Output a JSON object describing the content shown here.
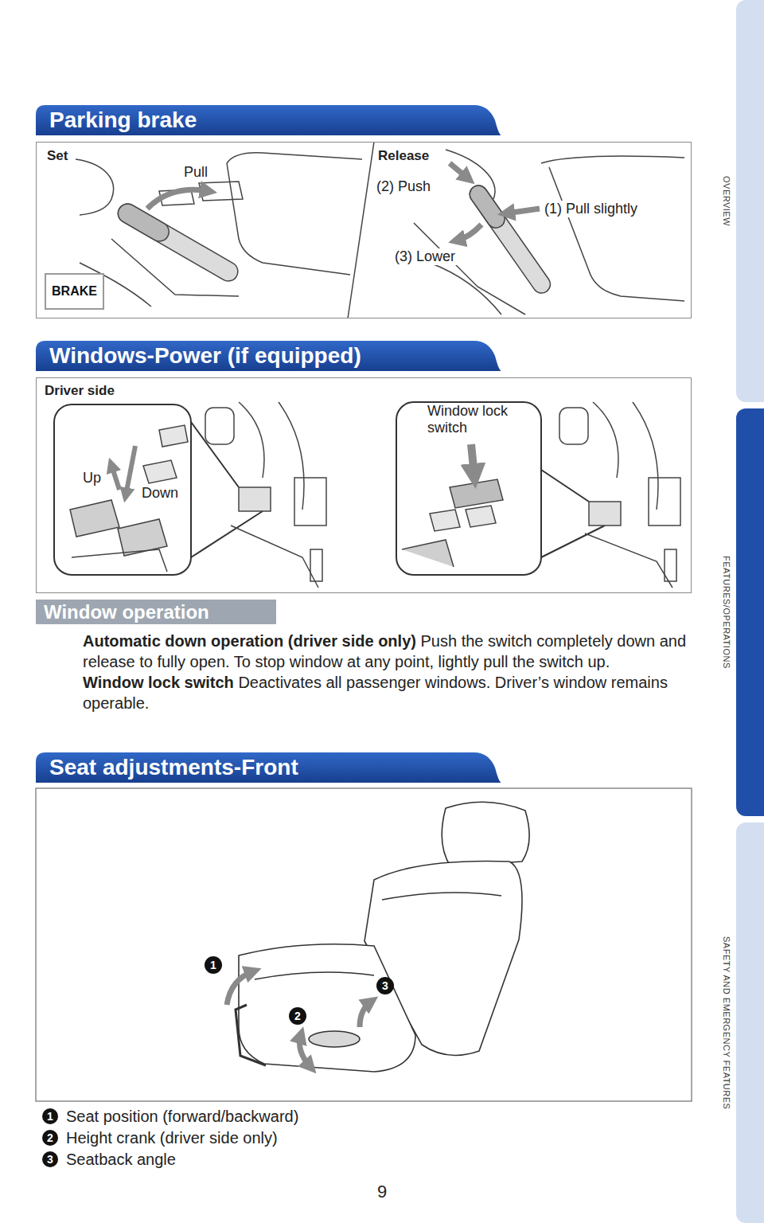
{
  "diagram": {
    "nodes": [
      {
        "text": [
          "Parking brake"
        ]
      },
      {
        "text": [
          "Set",
          "Pull",
          "Release",
          "(2) Push",
          "(1) Pull slightly",
          "(3) Lower"
        ]
      },
      {
        "text": [
          "BRAKE"
        ],
        "in": 1
      },
      {
        "text": [
          "Windows-Power (if equipped)"
        ]
      },
      {
        "text": [
          "Driver side",
          "Up",
          "Down",
          "Window lock switch"
        ]
      },
      {
        "text": [
          "Window operation"
        ]
      },
      {
        "text": [
          "Seat adjustments-Front"
        ]
      },
      {
        "text": [
          "1"
        ]
      },
      {
        "text": [
          "2"
        ]
      },
      {
        "text": [
          "3"
        ]
      },
      {
        "text": [
          "1"
        ]
      },
      {
        "text": [
          "2"
        ]
      },
      {
        "text": [
          "3"
        ]
      },
      {
        "text": [
          "OVERVIEW"
        ]
      },
      {
        "text": [
          "FEATURES/OPERATIONS"
        ]
      },
      {
        "text": [
          "SAFETY AND EMERGENCY FEATURES"
        ]
      }
    ],
    "labels": [
      "Automatic down operation (driver side only)",
      "Push the switch completely down and release to fully open. To stop window at any point, lightly pull the switch up.",
      "Window lock switch",
      "Deactivates all passenger windows. Driver’s window remains operable.",
      "Seat position (forward/backward)",
      "Height crank (driver side only)",
      "Seatback angle",
      "9"
    ]
  }
}
